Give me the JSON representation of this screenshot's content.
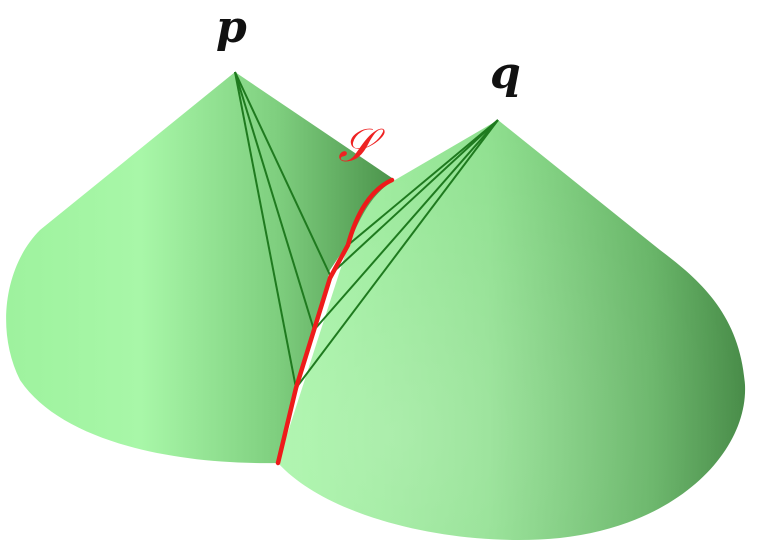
{
  "labels": {
    "p": "p",
    "q": "q",
    "s": "𝒮"
  },
  "colors": {
    "cone_light": "#a6f5a6",
    "cone_mid": "#86dc86",
    "cone_dark": "#4f9a4f",
    "generator_lines": "#1f7a1f",
    "curve": "#ee1a1a",
    "background": "#ffffff"
  }
}
